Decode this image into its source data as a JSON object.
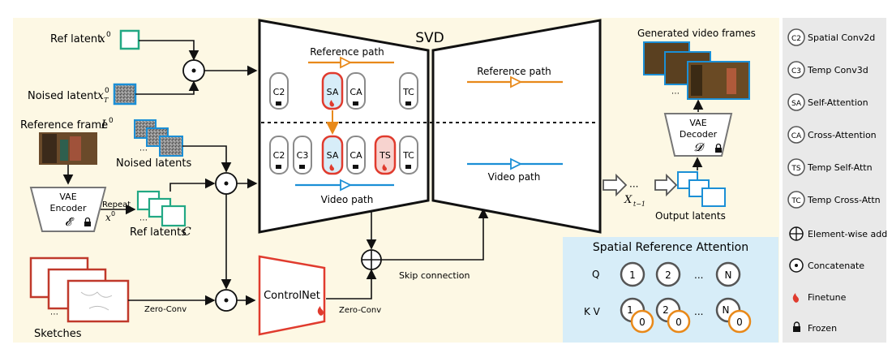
{
  "svd": {
    "title": "SVD",
    "ref_path_label": "Reference path",
    "video_path_label": "Video path",
    "ref_path_right": "Reference path",
    "video_path_right": "Video path",
    "top_blocks": [
      "C2",
      "SA",
      "CA",
      "TC"
    ],
    "bottom_blocks": [
      "C2",
      "C3",
      "SA",
      "CA",
      "TS",
      "TC"
    ]
  },
  "inputs": {
    "ref_latent": "Ref latent",
    "ref_latent_sym": "x",
    "ref_latent_sup": "0",
    "noised_latent": "Noised latent",
    "noised_latent_sym": "x",
    "noised_latent_sup": "0",
    "noised_latent_sub": "T",
    "reference_frame": "Reference frame",
    "reference_frame_sym": "I",
    "reference_frame_sup": "0",
    "noised_latents": "Noised latents",
    "sketches": "Sketches"
  },
  "vae_encoder": {
    "line1": "VAE",
    "line2": "Encoder",
    "sym": "𝓔",
    "repeat": "Repeat",
    "x_sym": "x",
    "x_sup": "0",
    "ref_latents": "Ref latents",
    "ref_latents_sym": "C"
  },
  "controlnet": {
    "label": "ControlNet",
    "zero_conv_1": "Zero-Conv",
    "zero_conv_2": "Zero-Conv",
    "skip": "Skip connection"
  },
  "output": {
    "generated": "Generated video frames",
    "decoder_line1": "VAE",
    "decoder_line2": "Decoder",
    "decoder_sym": "𝓓",
    "x_sym": "X",
    "x_sub": "t−1",
    "output_latents": "Output latents",
    "dots": "···"
  },
  "spatial_attention": {
    "title": "Spatial Reference Attention",
    "q_label": "Q",
    "kv_label": "K V",
    "q_nodes": [
      "1",
      "2",
      "N"
    ],
    "kv_nodes": [
      "1",
      "2",
      "N"
    ],
    "zero_nodes": [
      "0",
      "0",
      "0"
    ],
    "dots": "..."
  },
  "legend": [
    {
      "key": "C2",
      "text": "Spatial Conv2d"
    },
    {
      "key": "C3",
      "text": "Temp Conv3d"
    },
    {
      "key": "SA",
      "text": "Self-Attention"
    },
    {
      "key": "CA",
      "text": "Cross-Attention"
    },
    {
      "key": "TS",
      "text": "Temp Self-Attn"
    },
    {
      "key": "TC",
      "text": "Temp Cross-Attn"
    },
    {
      "key": "add",
      "text": "Element-wise add"
    },
    {
      "key": "concat",
      "text": "Concatenate"
    },
    {
      "key": "fire",
      "text": "Finetune"
    },
    {
      "key": "lock",
      "text": "Frozen"
    }
  ],
  "colors": {
    "background": "#fdf8e4",
    "legend_bg": "#e9e9e9",
    "orange": "#e8891a",
    "blue": "#1b8fd6",
    "red": "#e03b2e",
    "green": "#22a884",
    "attention_bg": "#d7edf8",
    "block_gray": "#8a8a8a"
  }
}
